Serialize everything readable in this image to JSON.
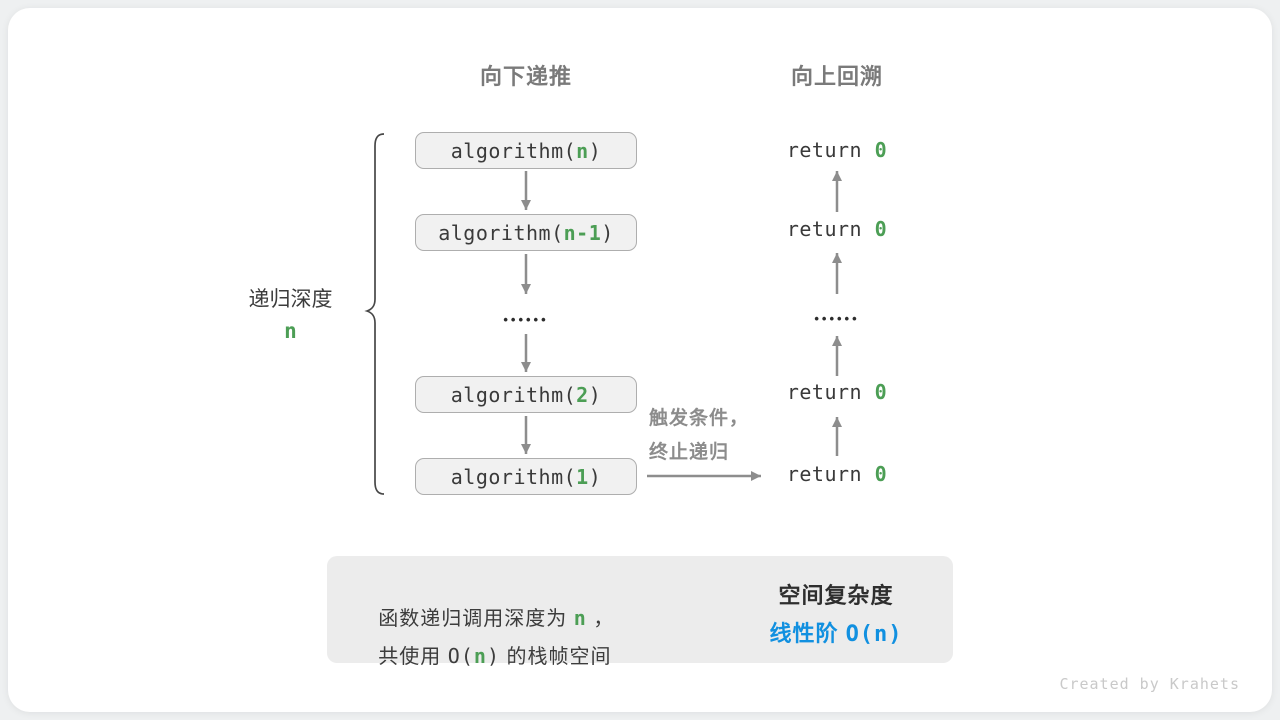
{
  "headers": {
    "down": "向下递推",
    "up": "向上回溯"
  },
  "call_stack": [
    {
      "pre": "algorithm(",
      "arg": "n",
      "post": ")"
    },
    {
      "pre": "algorithm(",
      "arg": "n-1",
      "post": ")"
    },
    {
      "pre": "algorithm(",
      "arg": "2",
      "post": ")"
    },
    {
      "pre": "algorithm(",
      "arg": "1",
      "post": ")"
    }
  ],
  "returns": [
    {
      "pre": "return ",
      "val": "0"
    },
    {
      "pre": "return ",
      "val": "0"
    },
    {
      "pre": "return ",
      "val": "0"
    },
    {
      "pre": "return ",
      "val": "0"
    }
  ],
  "dots": "••••••",
  "depth_label": {
    "text": "递归深度",
    "value": "n"
  },
  "trigger_note": {
    "line1": "触发条件，",
    "line2": "终止递归"
  },
  "summary": {
    "l1_a": "函数递归调用深度为 ",
    "l1_n": "n",
    "l1_b": " ，",
    "l2_a": "共使用 ",
    "l2_code_pre": "O(",
    "l2_n": "n",
    "l2_code_post": ")",
    "l2_b": " 的栈帧空间",
    "right_title": "空间复杂度",
    "right_result_text": "线性阶 ",
    "right_result_big_o": "O(n)"
  },
  "watermark": "Created by Krahets",
  "colors": {
    "green": "#4c9e55",
    "blue": "#1190e0",
    "code": "#3a3a3a",
    "heading": "#7a7a7a",
    "note": "#8c8c8c",
    "arrow": "#8d8d8d",
    "box_bg": "#f1f1f1",
    "box_border": "#aeaeae",
    "summary_bg": "#ececec",
    "watermark": "#c9c9c9"
  }
}
